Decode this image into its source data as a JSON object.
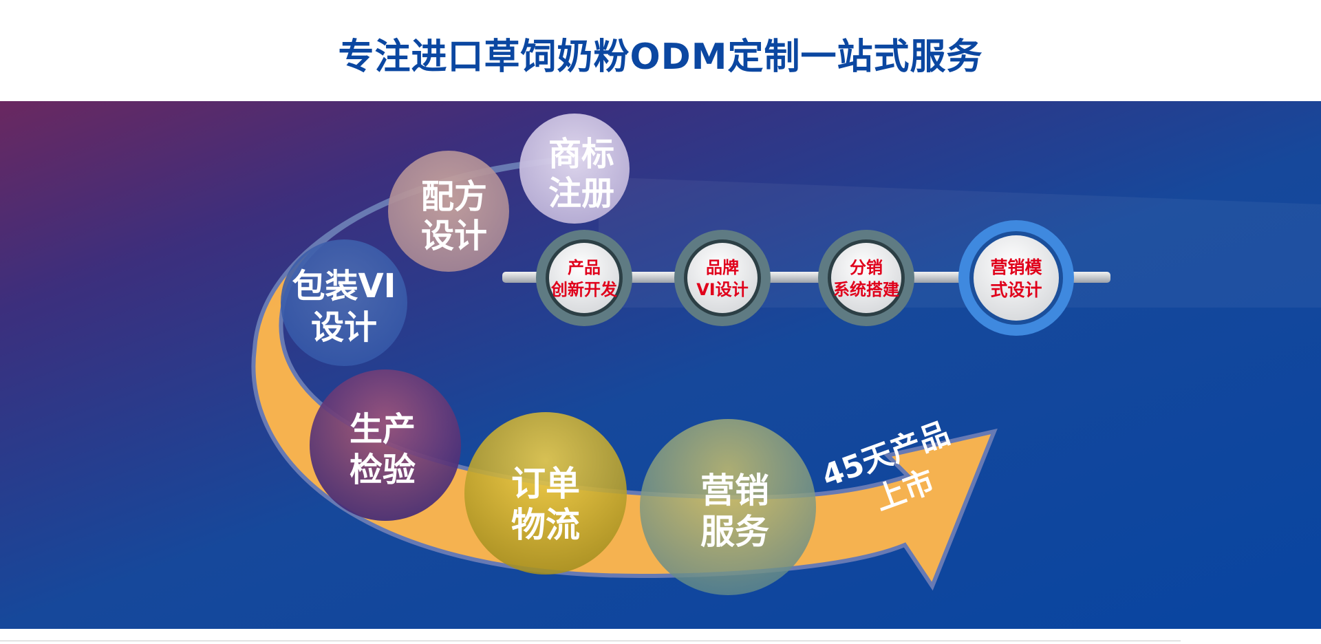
{
  "title": "专注进口草饲奶粉ODM定制一站式服务",
  "colors": {
    "title": "#0b47a1",
    "arrow": "#ffb74d",
    "flow_text": "#ffffff",
    "node_text": "#e0001b",
    "banner_top_left": "#6a2860",
    "banner_bottom": "#0a45a0"
  },
  "flow": {
    "circles": [
      {
        "line1": "商标",
        "line2": "注册"
      },
      {
        "line1": "配方",
        "line2": "设计"
      },
      {
        "line1": "包装VI",
        "line2": "设计"
      },
      {
        "line1": "生产",
        "line2": "检验"
      },
      {
        "line1": "订单",
        "line2": "物流"
      },
      {
        "line1": "营销",
        "line2": "服务"
      }
    ],
    "arrow_label": {
      "line1": "45天产品",
      "line2": "上市"
    }
  },
  "timeline": {
    "nodes": [
      {
        "line1": "产品",
        "line2": "创新开发"
      },
      {
        "line1": "品牌",
        "line2": "VI设计"
      },
      {
        "line1": "分销",
        "line2": "系统搭建"
      },
      {
        "line1": "营销模",
        "line2": "式设计"
      }
    ]
  }
}
